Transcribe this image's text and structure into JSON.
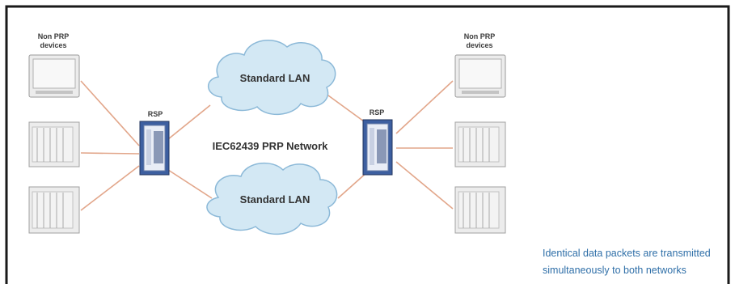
{
  "left_group_label": [
    "Non PRP",
    "devices"
  ],
  "right_group_label": [
    "Non PRP",
    "devices"
  ],
  "left_switch_label": "RSP",
  "right_switch_label": "RSP",
  "lan_top_label": "Standard LAN",
  "lan_bottom_label": "Standard LAN",
  "network_label": "IEC62439 PRP Network",
  "caption": [
    "Identical data packets are transmitted",
    "simultaneously to both networks"
  ],
  "colors": {
    "frame": "#1a1a1a",
    "link": "#e2a68a",
    "cloud_fill": "#d3e8f4",
    "cloud_stroke": "#8cb9d8",
    "switch_body": "#3d5fa0",
    "caption": "#2f6fa8"
  }
}
